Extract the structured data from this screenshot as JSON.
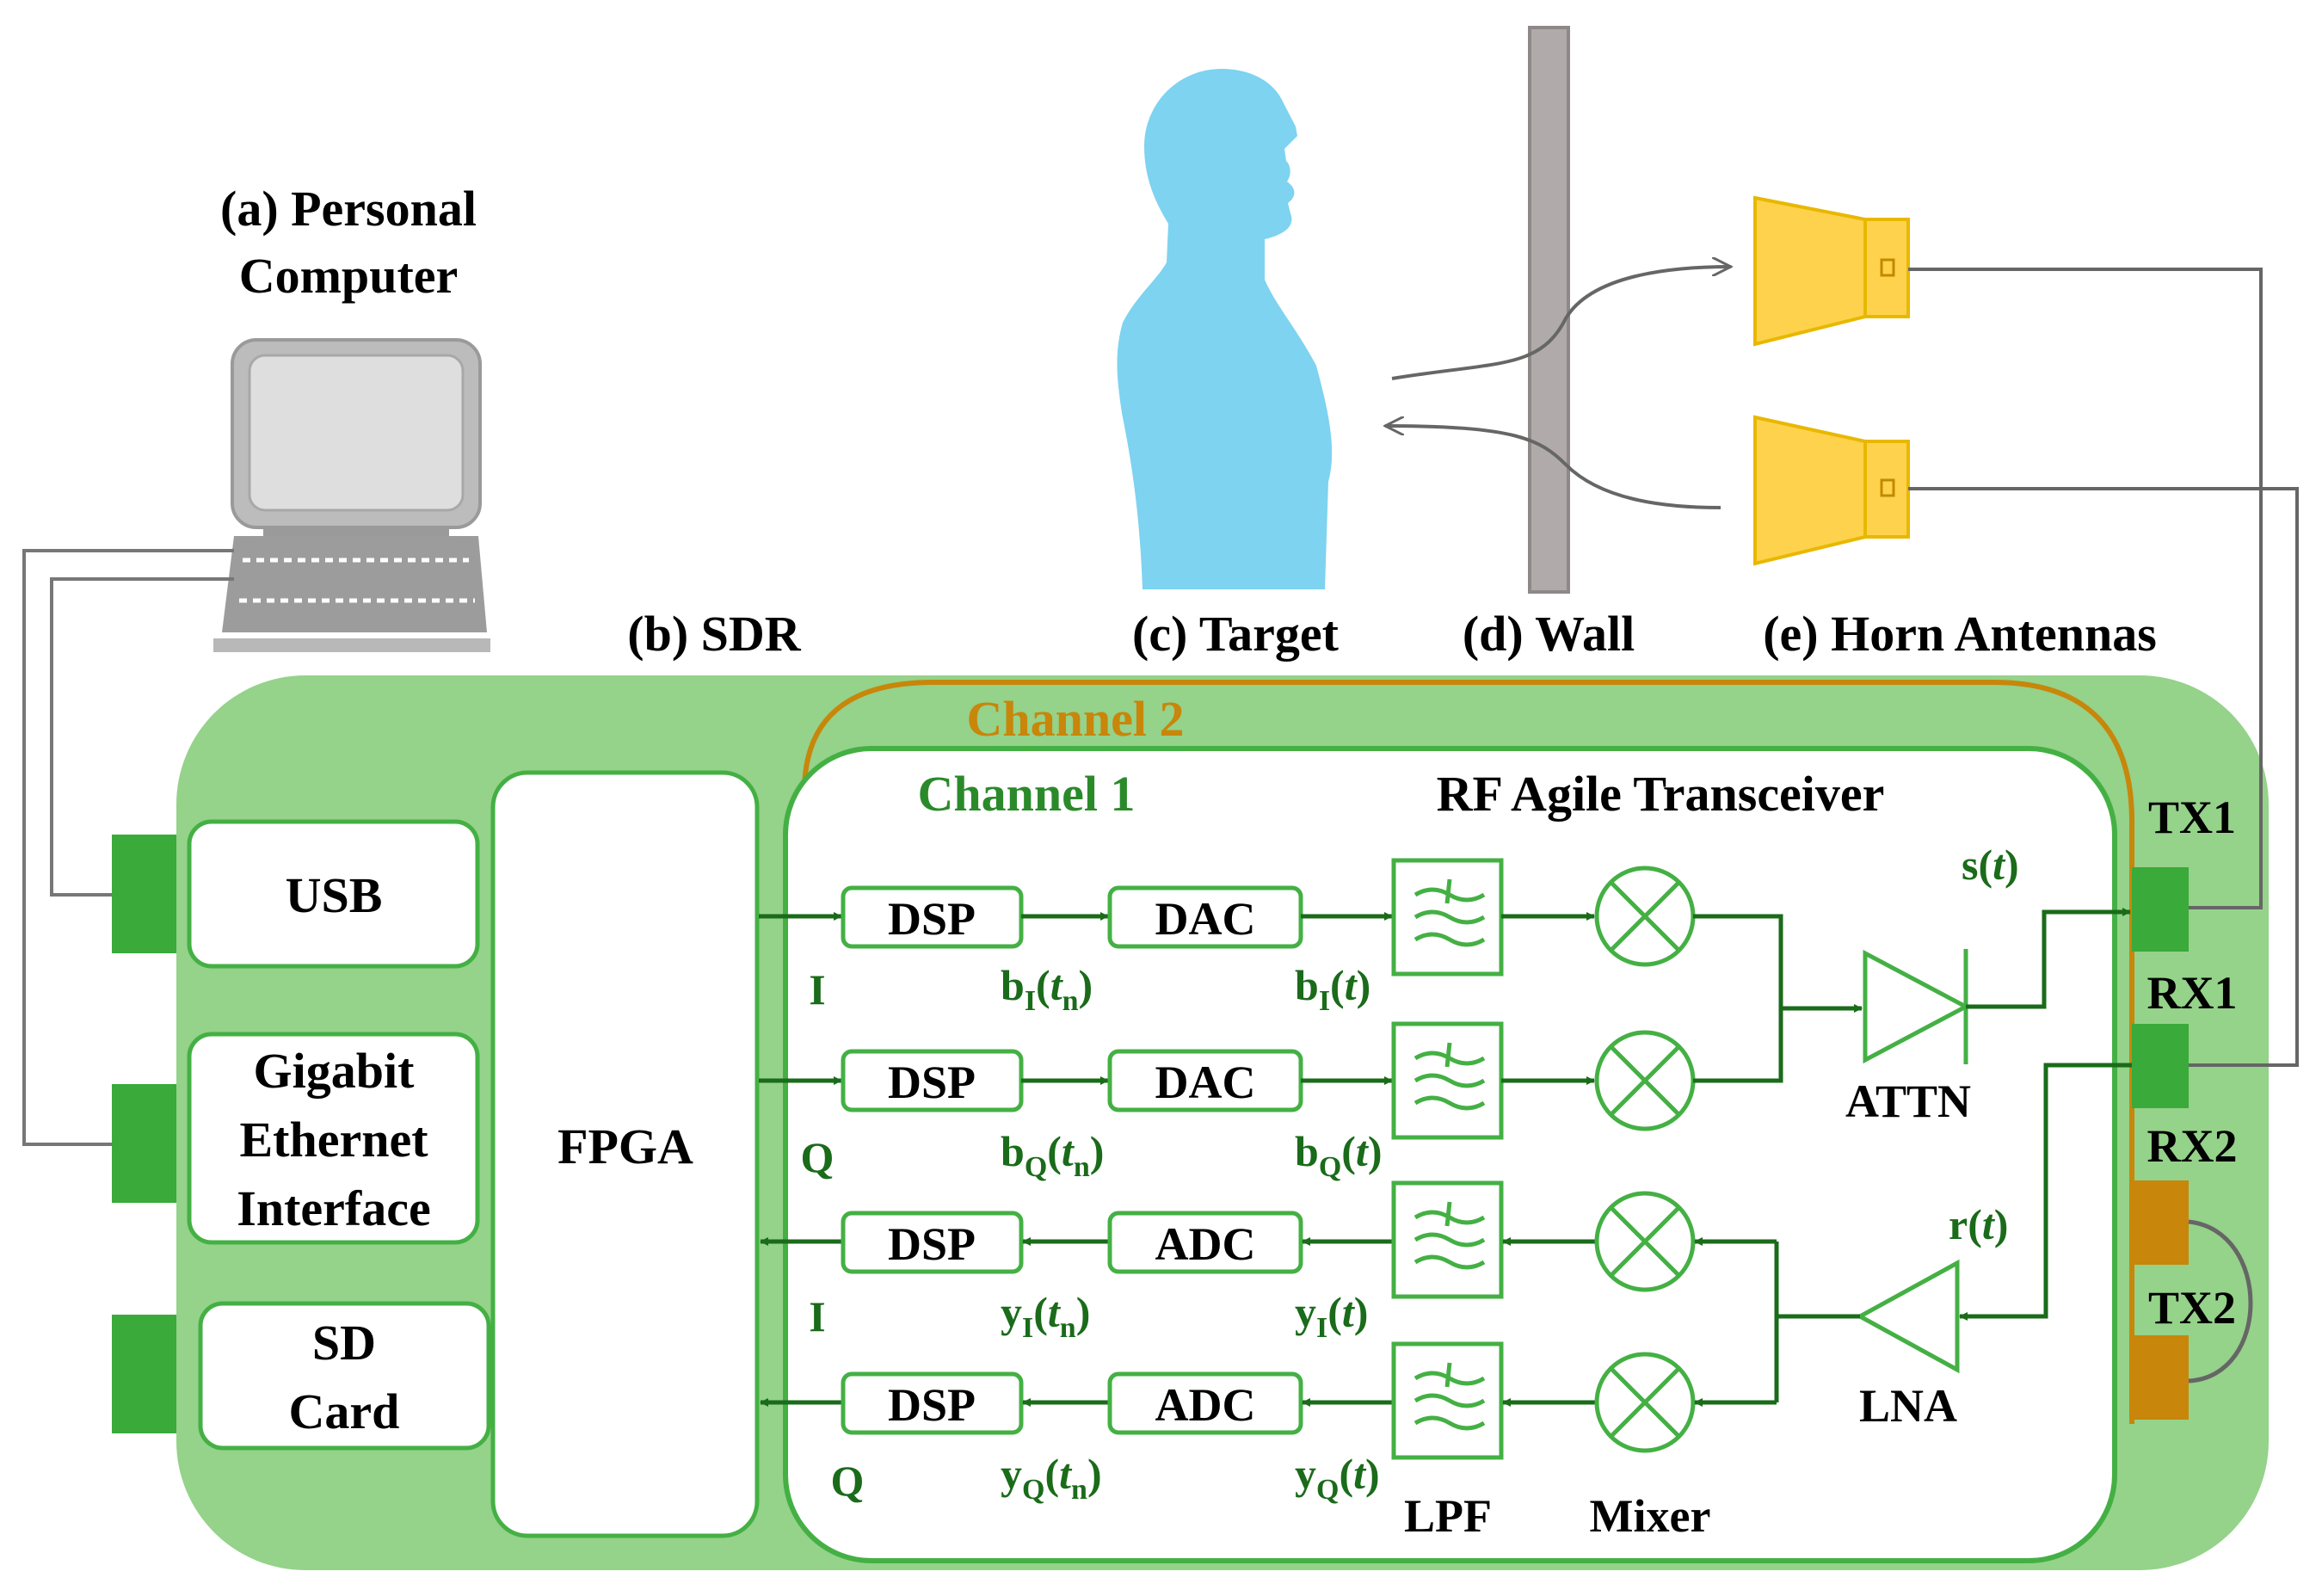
{
  "labels": {
    "pc_line1": "(a) Personal",
    "pc_line2": "Computer",
    "sdr": "(b) SDR",
    "target": "(c) Target",
    "wall": "(d) Wall",
    "horn": "(e) Horn Antennas",
    "channel2": "Channel 2",
    "channel1": "Channel 1",
    "transceiver": "RF Agile Transceiver"
  },
  "interfaces": {
    "usb": "USB",
    "ethernet_l1": "Gigabit",
    "ethernet_l2": "Ethernet",
    "ethernet_l3": "Interface",
    "sd_l1": "SD",
    "sd_l2": "Card",
    "fpga": "FPGA"
  },
  "blocks": {
    "dsp": "DSP",
    "dac": "DAC",
    "adc": "ADC"
  },
  "signals": {
    "i": "I",
    "q": "Q",
    "b": "b",
    "y": "y",
    "sub_i": "I",
    "sub_q": "Q",
    "tn_open": "(",
    "tn_t": "t",
    "tn_n": "n",
    "close": ")",
    "t": "t",
    "s": "s",
    "r": "r"
  },
  "components": {
    "attn": "ATTN",
    "lna": "LNA",
    "lpf": "LPF",
    "mixer": "Mixer"
  },
  "ports": {
    "tx1": "TX1",
    "rx1": "RX1",
    "rx2": "RX2",
    "tx2": "TX2"
  },
  "colors": {
    "sdr_fill": "#95d28a",
    "green_border": "#44b044",
    "dark_green": "#1a6b1a",
    "port_green": "#3aaa3a",
    "channel2": "#c8860a",
    "port_orange": "#c8860a",
    "horn": "#ffd24d",
    "target": "#7dd3f0",
    "wall": "#b0aaaa"
  }
}
